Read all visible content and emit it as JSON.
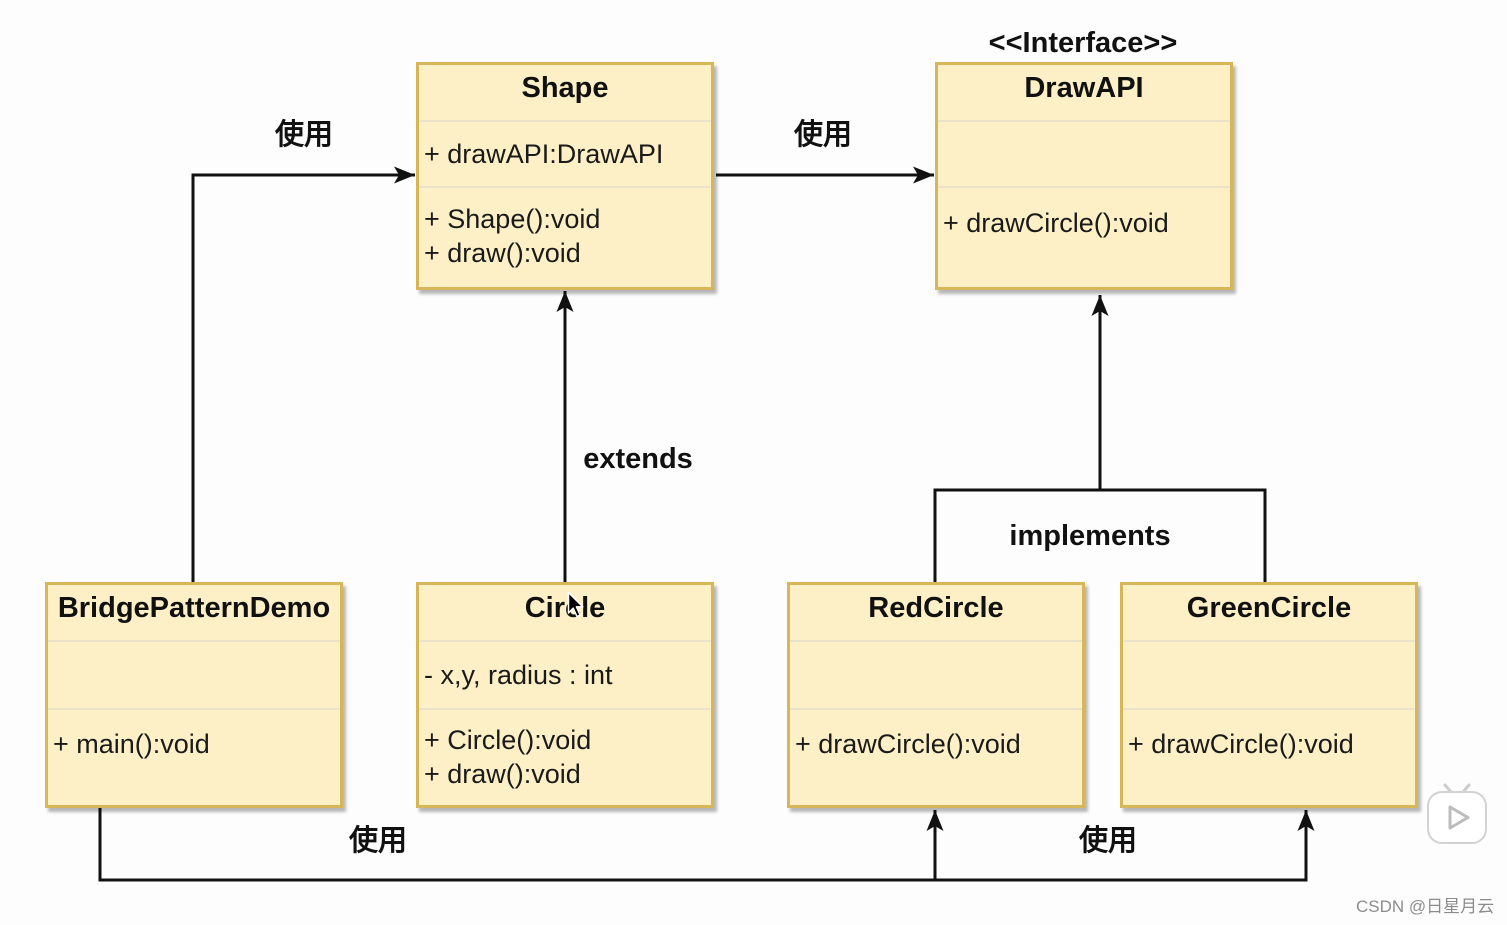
{
  "colors": {
    "background": "#fdfdfd",
    "class_fill": "#fdf0c6",
    "class_border": "#d6b656",
    "section_divider": "#ebe3c9",
    "connector": "#111111",
    "watermark": "#8c8c8c"
  },
  "icons": {
    "video_overlay": "play-button-icon",
    "pointer": "mouse-cursor-icon"
  },
  "diagram": {
    "interface_stereotype": "<<Interface>>",
    "classes": {
      "shape": {
        "name": "Shape",
        "attributes": [
          "+ drawAPI:DrawAPI"
        ],
        "methods": [
          "+ Shape():void",
          "+ draw():void"
        ]
      },
      "draw_api": {
        "name": "DrawAPI",
        "attributes": [],
        "methods": [
          "+ drawCircle():void"
        ]
      },
      "bridge_pattern_demo": {
        "name": "BridgePatternDemo",
        "attributes": [],
        "methods": [
          "+ main():void"
        ]
      },
      "circle": {
        "name": "Circle",
        "attributes": [
          "- x,y, radius : int"
        ],
        "methods": [
          "+ Circle():void",
          "+ draw():void"
        ]
      },
      "red_circle": {
        "name": "RedCircle",
        "attributes": [],
        "methods": [
          "+ drawCircle():void"
        ]
      },
      "green_circle": {
        "name": "GreenCircle",
        "attributes": [],
        "methods": [
          "+ drawCircle():void"
        ]
      }
    },
    "relation_labels": {
      "demo_uses_shape": "使用",
      "shape_uses_draw_api": "使用",
      "circle_extends_shape": "extends",
      "circles_implement_draw_api": "implements",
      "demo_uses_red_circle": "使用",
      "demo_uses_green_circle": "使用"
    }
  },
  "watermark": "CSDN @日星月云"
}
